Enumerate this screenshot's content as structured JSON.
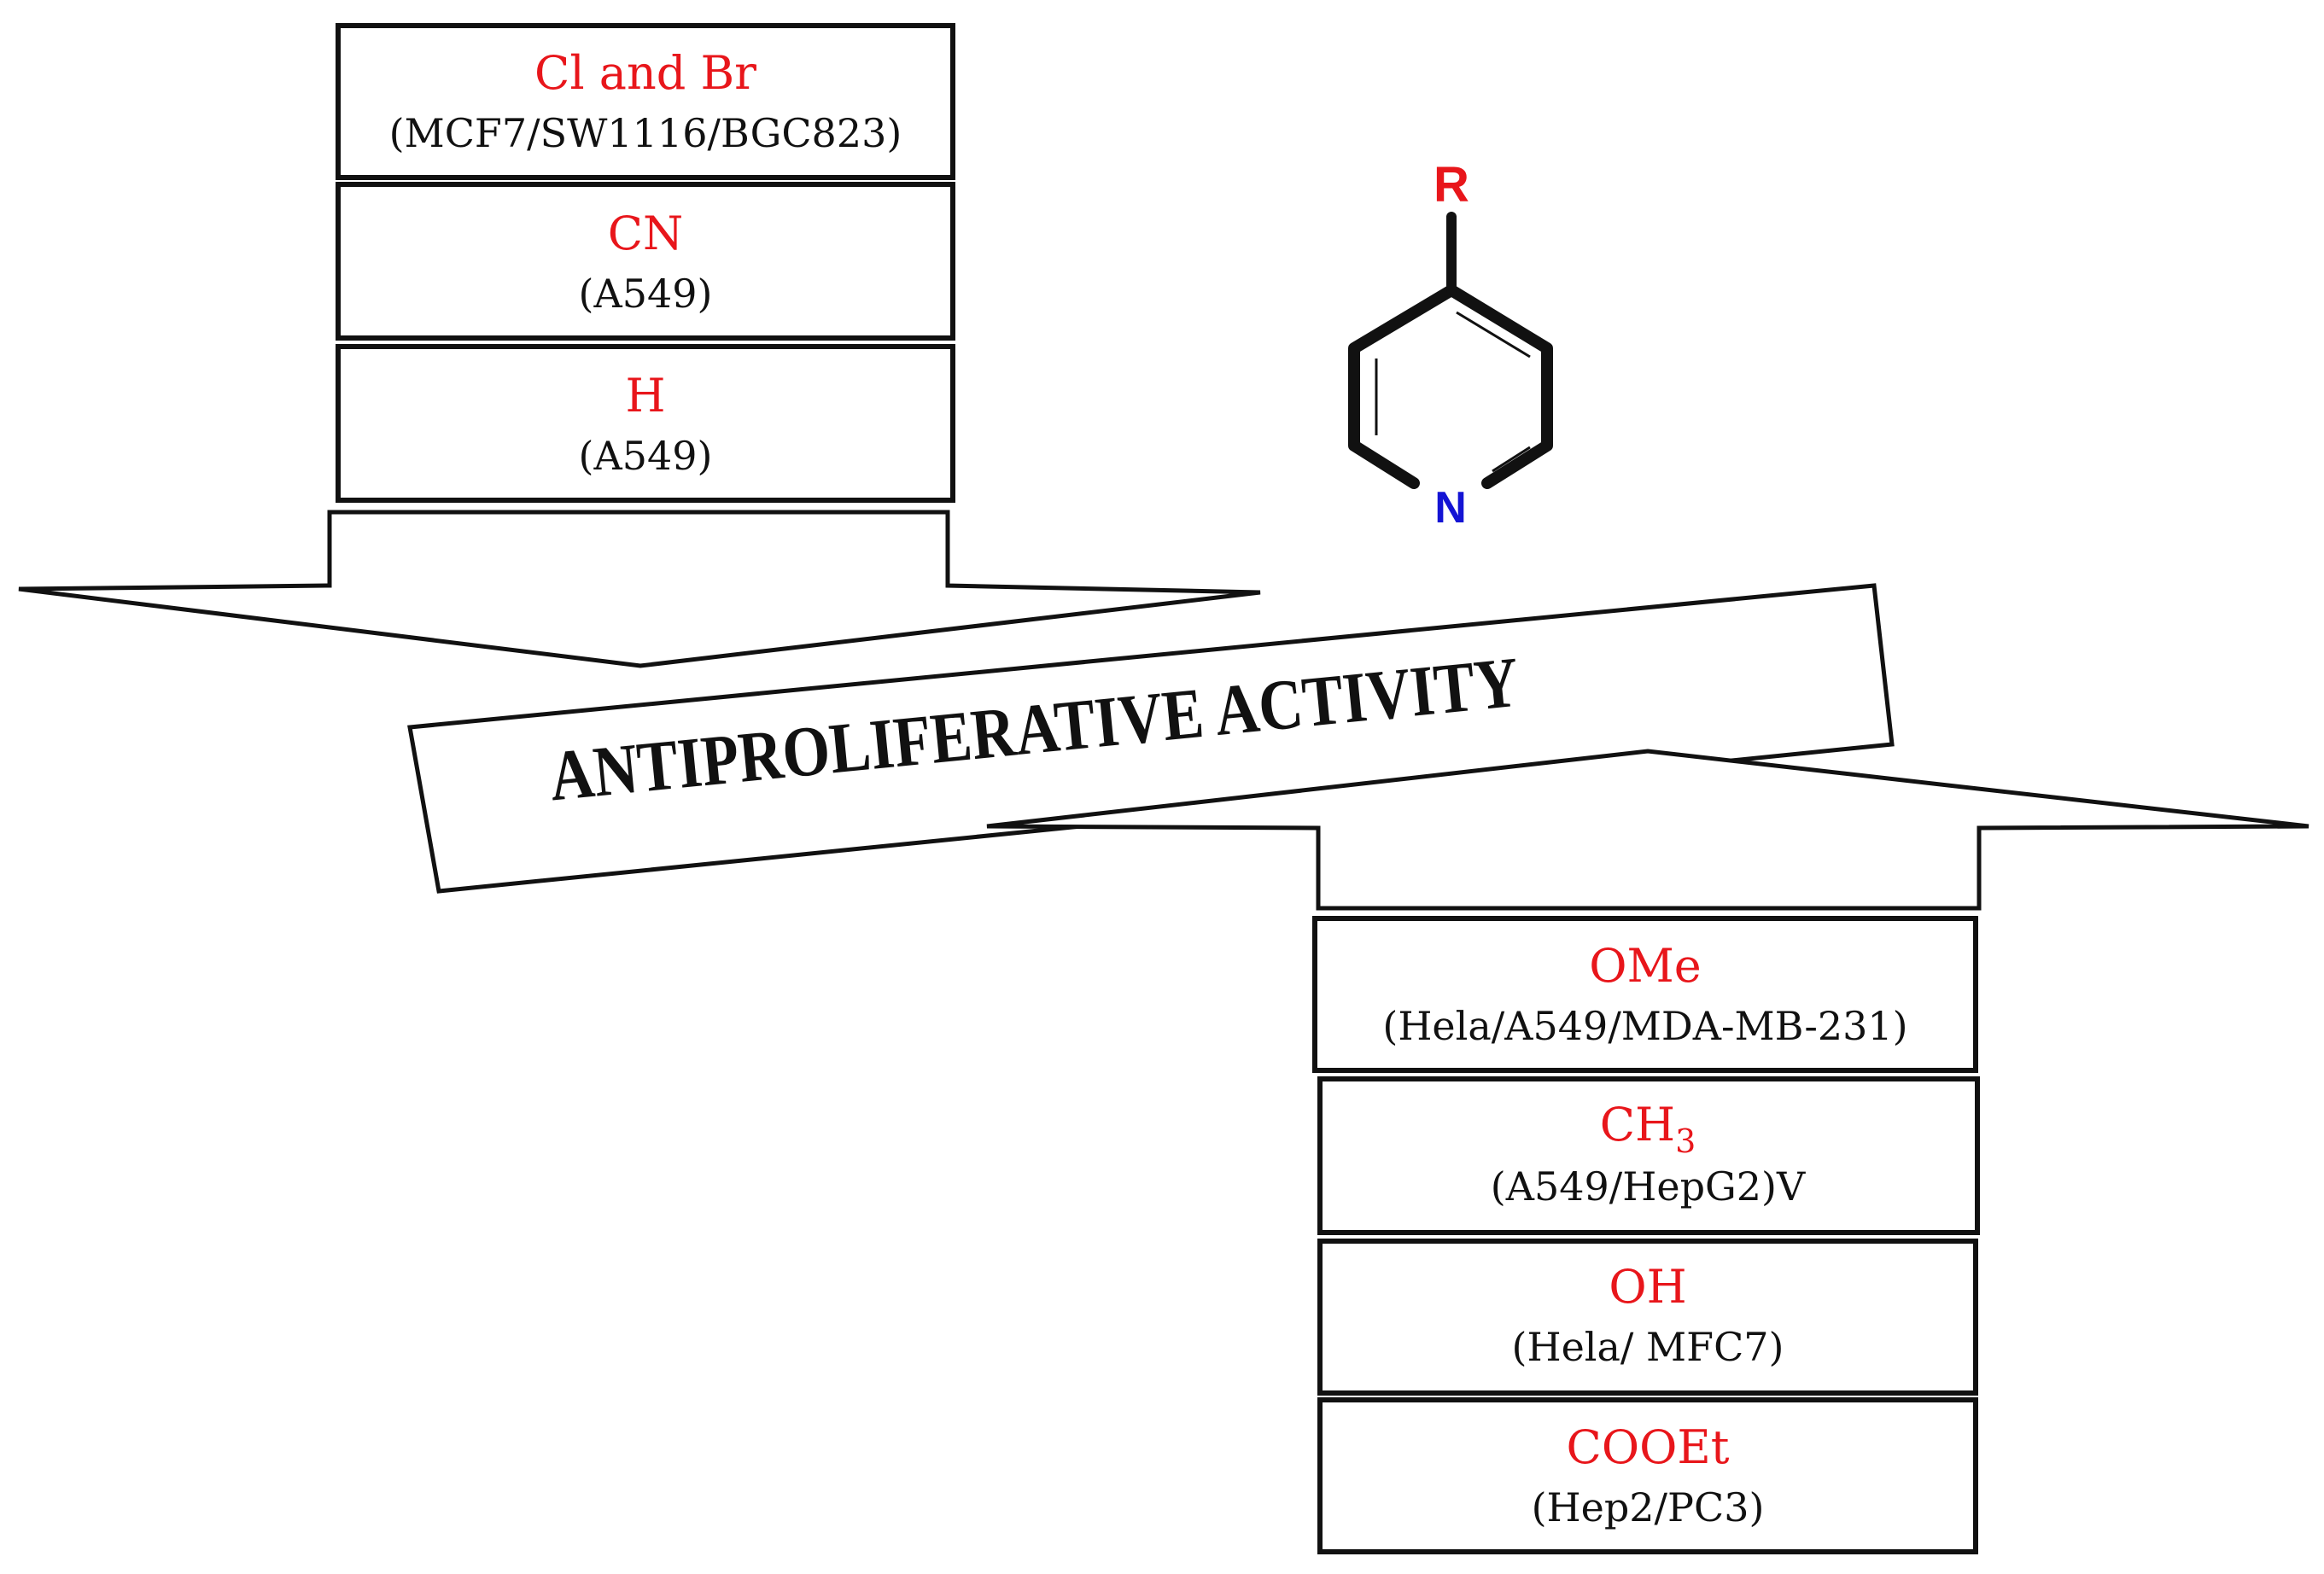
{
  "colors": {
    "substituent": "#e8161b",
    "cell_line": "#111111",
    "nitrogen": "#1414d4",
    "r_group": "#e8161b",
    "outline": "#111111"
  },
  "top_group": [
    {
      "substituent": "Cl and Br",
      "cell_lines": "(MCF7/SW1116/BGC823)"
    },
    {
      "substituent": "CN",
      "cell_lines": "(A549)"
    },
    {
      "substituent": "H",
      "cell_lines": "(A549)"
    }
  ],
  "bottom_group": [
    {
      "substituent": "OMe",
      "cell_lines": "(Hela/A549/MDA-MB-231)"
    },
    {
      "substituent": "CH",
      "subscript": "3",
      "cell_lines": "(A549/HepG2)V"
    },
    {
      "substituent": "OH",
      "cell_lines": "(Hela/ MFC7)"
    },
    {
      "substituent": "COOEt",
      "cell_lines": "(Hep2/PC3)"
    }
  ],
  "banner": {
    "text": "ANTIPROLIFERATIVE ACTIVITY"
  },
  "molecule": {
    "r_label": "R",
    "n_label": "N"
  }
}
